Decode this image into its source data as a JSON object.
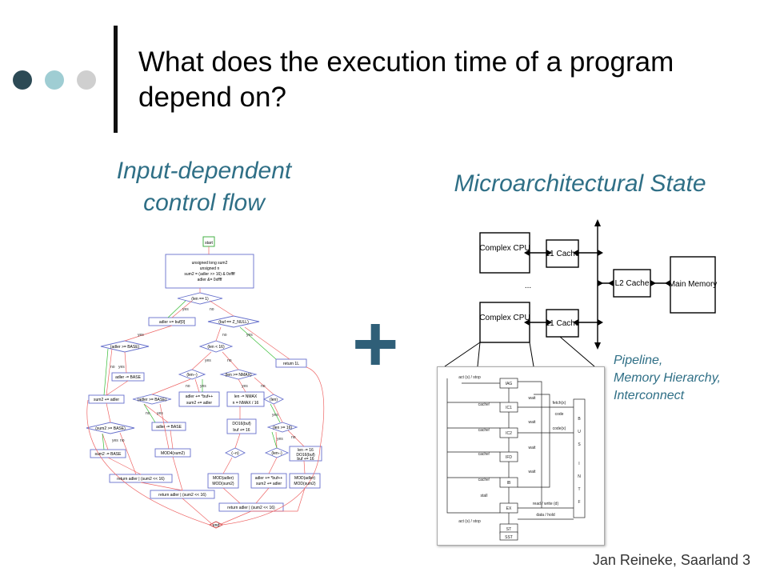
{
  "slide": {
    "title": "What does the execution time of a program depend on?",
    "left_heading": "Input-dependent control flow",
    "right_heading": "Microarchitectural State",
    "plus": "+",
    "annotation_lines": [
      "Pipeline,",
      "Memory Hierarchy,",
      "Interconnect"
    ],
    "footer": "Jan Reineke, Saarland 3",
    "colors": {
      "accent": "#2f6f86",
      "dot_dark": "#2c4a55",
      "dot_light": "#9fcdd3",
      "dot_gray": "#cfcfcf"
    }
  },
  "arch": {
    "cpu_top": "Complex CPU",
    "l1_top": "L1 Cache",
    "ellipsis": "...",
    "cpu_bottom": "Complex CPU",
    "l1_bottom": "L1 Cache",
    "l2": "L2 Cache",
    "memory": "Main Memory"
  },
  "cfg": {
    "start": "start",
    "init": [
      "unsigned long sum2",
      "unsigned n",
      "sum2 = (adler >> 16) & 0xffff",
      "adler &= 0xffff"
    ],
    "len1": "(len == 1)",
    "adler_buf": "adler += buf[0]",
    "buf_null": "(buf == Z_NULL)",
    "adler_base": "(adler >= BASE)",
    "len16": "(len < 16)",
    "ret1": "return 1L",
    "adler_sub": "adler -= BASE",
    "len_dec": "(len--)",
    "len_nmax": "(len >= NMAX)",
    "sum2_add": "sum2 += adler",
    "adler_base2": "(adler >= BASE)",
    "adler_buf_inc": "adler += *buf++",
    "sum2_adler": "sum2 += adler",
    "len_nmax_sub": "len -= NMAX",
    "n_nmax": "n = NMAX / 16",
    "len_brace": "(len)",
    "sum2_base": "(sum2 >= BASE)",
    "adler_sub2": "adler -= BASE",
    "do16": "DO16(buf)",
    "buf16": "buf += 16",
    "len_ge16": "(len >= 16)",
    "sum2_sub": "sum2 -= BASE",
    "mod4": "MOD4(sum2)",
    "n_dec": "(--n)",
    "len_dec2": "(len--)",
    "len16_2": "len -= 16",
    "do16b": "DO16(buf)",
    "buf16b": "buf += 16",
    "ret_a": "return adler | (sum2 << 16)",
    "mod_adler": "MOD(adler)",
    "mod_sum2": "MOD(sum2)",
    "adler_buf2": "adler += *buf++",
    "sum2_adler2": "sum2 += adler",
    "mod_adler2": "MOD(adler)",
    "mod_sum22": "MOD(sum2)",
    "ret_b": "return adler | (sum2 << 16)",
    "ret_c": "return adler | (sum2 << 16)",
    "end": "end",
    "yes": "yes",
    "no": "no"
  },
  "fsm": {
    "states": [
      "IAG",
      "IC1",
      "IC2",
      "IFD",
      "IB",
      "EX",
      "ST",
      "SST"
    ],
    "side_letters": [
      "B",
      "U",
      "S",
      "",
      "I",
      "N",
      "T",
      "",
      "F"
    ],
    "labels": [
      "act (s) / stop",
      "cache!",
      "cache!",
      "cache!",
      "cache!",
      "wait",
      "wait",
      "wait",
      "wait",
      "fetch(x)",
      "code",
      "code(x)",
      "read / write (d)",
      "data / hold",
      "act (s) / stop",
      "stall"
    ]
  }
}
